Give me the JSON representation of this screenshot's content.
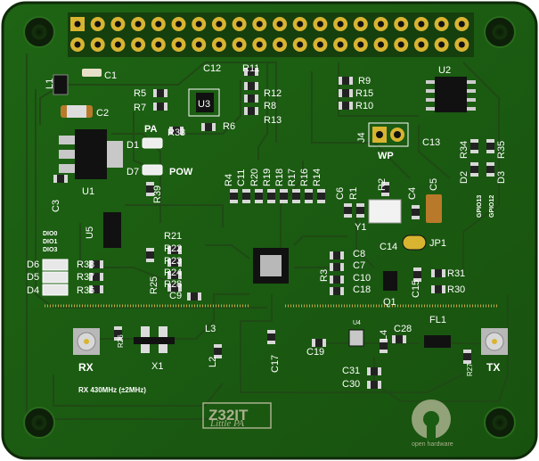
{
  "board": {
    "title": "Z32IT",
    "subtitle": "Little PA",
    "logo_text": "open hardware",
    "rx_note": "RX 430MHz (±2MHz)",
    "colors": {
      "pcb": "#1b5e12",
      "pcb_dark": "#153f0d",
      "silk": "#ffffff",
      "gold": "#d8b431",
      "edge": "#0e2a08"
    }
  },
  "labels": {
    "C1": "C1",
    "C2": "C2",
    "C3": "C3",
    "C4": "C4",
    "C5": "C5",
    "C6": "C6",
    "C7": "C7",
    "C8": "C8",
    "C9": "C9",
    "C10": "C10",
    "C11": "C11",
    "C12": "C12",
    "C13": "C13",
    "C14": "C14",
    "C15": "C15",
    "C17": "C17",
    "C18": "C18",
    "C19": "C19",
    "C28": "C28",
    "C30": "C30",
    "C31": "C31",
    "R1": "R1",
    "R2": "R2",
    "R3": "R3",
    "R4": "R4",
    "R5": "R5",
    "R6": "R6",
    "R7": "R7",
    "R8": "R8",
    "R9": "R9",
    "R10": "R10",
    "R11": "R11",
    "R12": "R12",
    "R13": "R13",
    "R14": "R14",
    "R15": "R15",
    "R16": "R16",
    "R17": "R17",
    "R18": "R18",
    "R19": "R19",
    "R20": "R20",
    "R21": "R21",
    "R22": "R22",
    "R23": "R23",
    "R24": "R24",
    "R25": "R25",
    "R26": "R26",
    "R27": "R27",
    "R28": "R28",
    "R30": "R30",
    "R31": "R31",
    "R33": "R33",
    "R34": "R34",
    "R35": "R35",
    "R36": "R36",
    "R37": "R37",
    "R38": "R38",
    "R39": "R39",
    "U1": "U1",
    "U2": "U2",
    "U3": "U3",
    "U4": "U4",
    "U5": "U5",
    "Q1": "Q1",
    "Y1": "Y1",
    "X1": "X1",
    "L1": "L1",
    "L2": "L2",
    "L3": "L3",
    "L4": "L4",
    "FL1": "FL1",
    "JP1": "JP1",
    "J4": "J4",
    "D1": "D1",
    "D2": "D2",
    "D3": "D3",
    "D4": "D4",
    "D5": "D5",
    "D6": "D6",
    "D7": "D7",
    "PA": "PA",
    "POW": "POW",
    "WP": "WP",
    "RX": "RX",
    "TX": "TX",
    "GPIO13": "GPIO13",
    "GPIO12": "GPIO12",
    "DIO0": "DIO0",
    "DIO1": "DIO1",
    "DIO3": "DIO3"
  }
}
